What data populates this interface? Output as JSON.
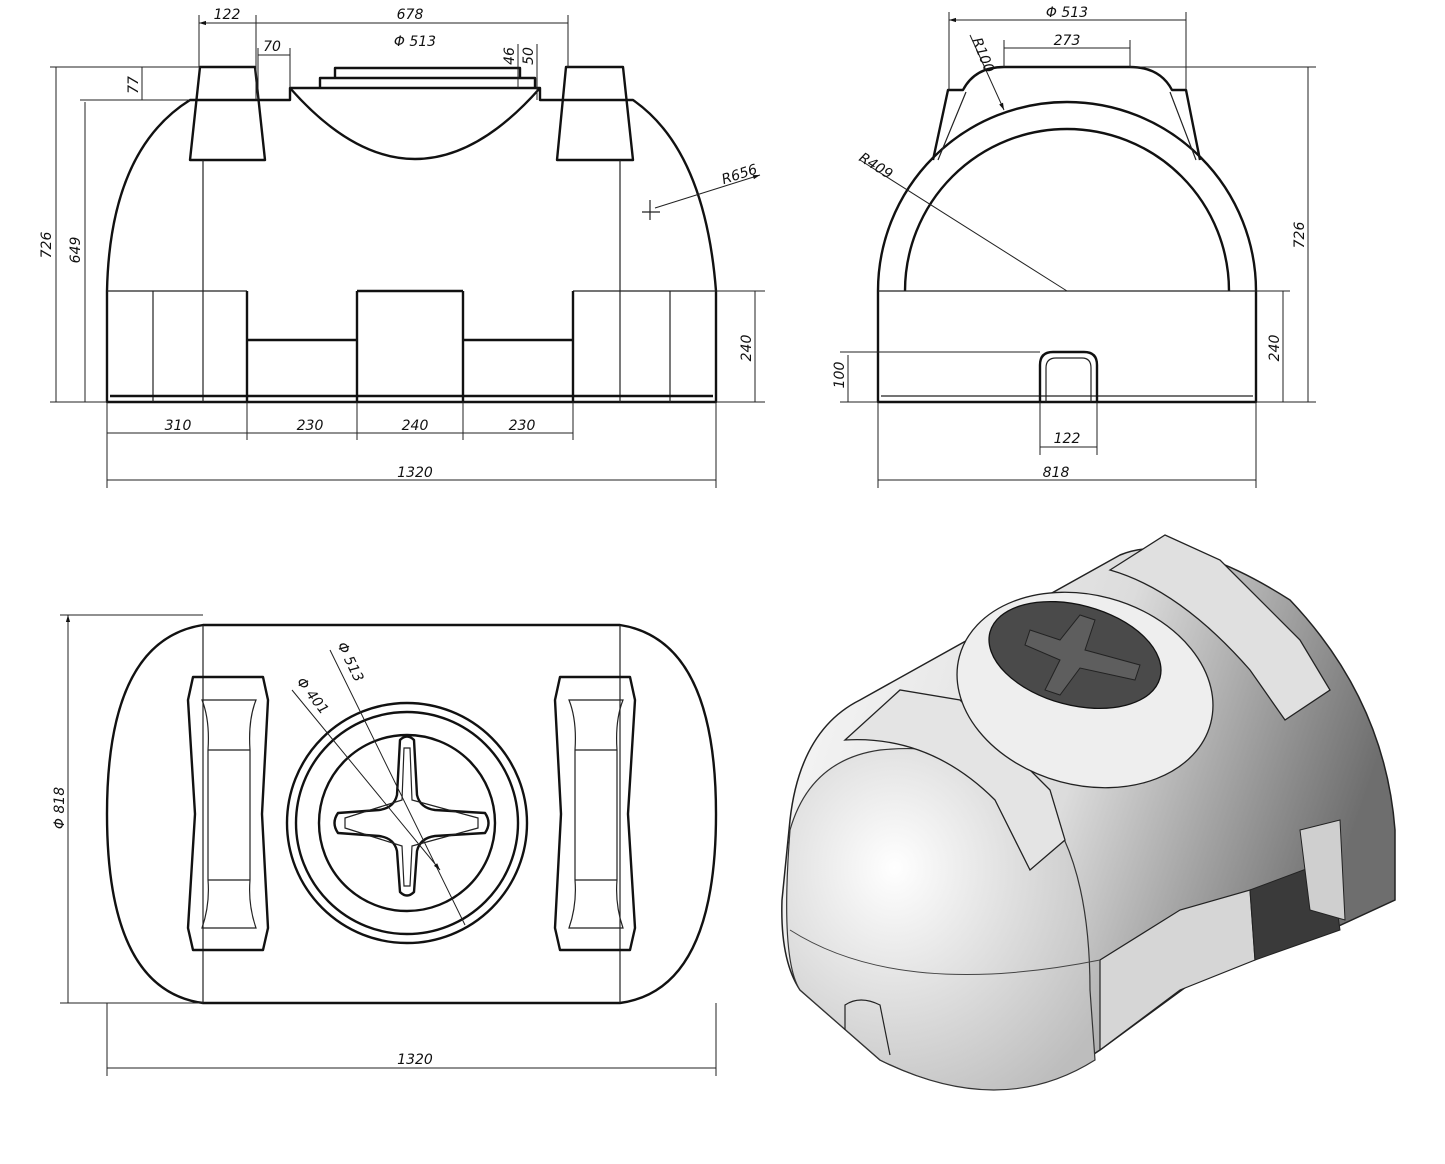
{
  "front_view": {
    "dims": {
      "lug_width": "122",
      "lid_span": "678",
      "lid_diameter": "Φ 513",
      "offset": "70",
      "lid_h1": "46",
      "lid_h2": "50",
      "lug_h": "77",
      "total_height": "726",
      "body_height": "649",
      "radius": "R656",
      "base_height": "240",
      "seg1": "310",
      "seg2": "230",
      "seg3": "240",
      "seg4": "230",
      "total_length": "1320"
    }
  },
  "side_view": {
    "dims": {
      "lid_diameter": "Φ 513",
      "top_flat": "273",
      "fillet": "R100",
      "arch_radius": "R409",
      "total_height": "726",
      "base_height": "240",
      "opening_height": "100",
      "opening_width": "122",
      "total_width": "818"
    }
  },
  "top_view": {
    "dims": {
      "lid_outer": "Φ 513",
      "lid_inner": "Φ 401",
      "diameter": "Φ 818",
      "total_length": "1320"
    }
  },
  "iso_view": {
    "colors": {
      "body_light": "#f2f2f2",
      "body_dark": "#8a8a8a",
      "lid": "#4a4a4a"
    }
  }
}
